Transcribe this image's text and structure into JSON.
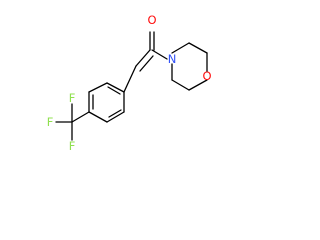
{
  "molecule": {
    "atoms": {
      "carbonyl_oxygen": {
        "symbol": "O",
        "color": "#ff0d0d"
      },
      "amide_nitrogen": {
        "symbol": "N",
        "color": "#3050f8"
      },
      "ring_oxygen": {
        "symbol": "O",
        "color": "#ff0d0d"
      },
      "fluorine_top": {
        "symbol": "F",
        "color": "#90e050"
      },
      "fluorine_left": {
        "symbol": "F",
        "color": "#90e050"
      },
      "fluorine_bottom": {
        "symbol": "F",
        "color": "#90e050"
      }
    },
    "bond_color": "#000000",
    "background": "#ffffff"
  }
}
